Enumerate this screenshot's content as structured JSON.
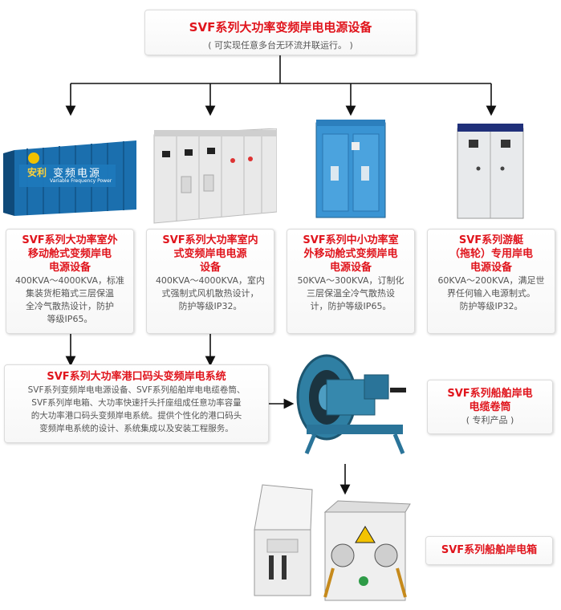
{
  "top": {
    "title": "SVF系列大功率变频岸电电源设备",
    "subtitle": "( 可实现任意多台无环流并联运行。 )"
  },
  "container_sign": {
    "brand": "安利",
    "name": "变频电源",
    "en": "Variable Frequency Power"
  },
  "cards": [
    {
      "title": [
        "SVF系列大功率室外",
        "移动舱式变频岸电",
        "电源设备"
      ],
      "body": [
        "400KVA～4000KVA，标准",
        "集装货柜箱式三层保温",
        "全冷气散热设计，防护",
        "等级IP65。"
      ]
    },
    {
      "title": [
        "SVF系列大功率室内",
        "式变频岸电电源",
        "设备"
      ],
      "body": [
        "400KVA～4000KVA，室内",
        "式强制式风机散热设计，",
        "防护等级IP32。"
      ]
    },
    {
      "title": [
        "SVF系列中小功率室",
        "外移动舱式变频岸电",
        "电源设备"
      ],
      "body": [
        "50KVA～300KVA，订制化",
        "三层保温全冷气散热设",
        "计，防护等级IP65。"
      ]
    },
    {
      "title": [
        "SVF系列游艇",
        "（拖轮）专用岸电",
        "电源设备"
      ],
      "body": [
        "60KVA～200KVA，满足世",
        "界任何输入电源制式。",
        "防护等级IP32。"
      ]
    }
  ],
  "port": {
    "title": "SVF系列大功率港口码头变频岸电系统",
    "body": [
      "SVF系列变频岸电电源设备、SVF系列船舶岸电电缆卷筒、",
      "SVF系列岸电箱、大功率快速扦头扦座组成任意功率容量",
      "的大功率港口码头变频岸电系统。提供个性化的港口码头",
      "变频岸电系统的设计、系统集成以及安装工程服务。"
    ]
  },
  "reel": {
    "title": [
      "SVF系列船舶岸电",
      "电缆卷筒"
    ],
    "note": "( 专利产品 )"
  },
  "shorebox": {
    "title": "SVF系列船舶岸电箱"
  },
  "colors": {
    "accent": "#e0141c",
    "text": "#555555",
    "container": "#1b6fae",
    "cabinet": "#e6e6e6",
    "reel": "#2f7fa3"
  }
}
